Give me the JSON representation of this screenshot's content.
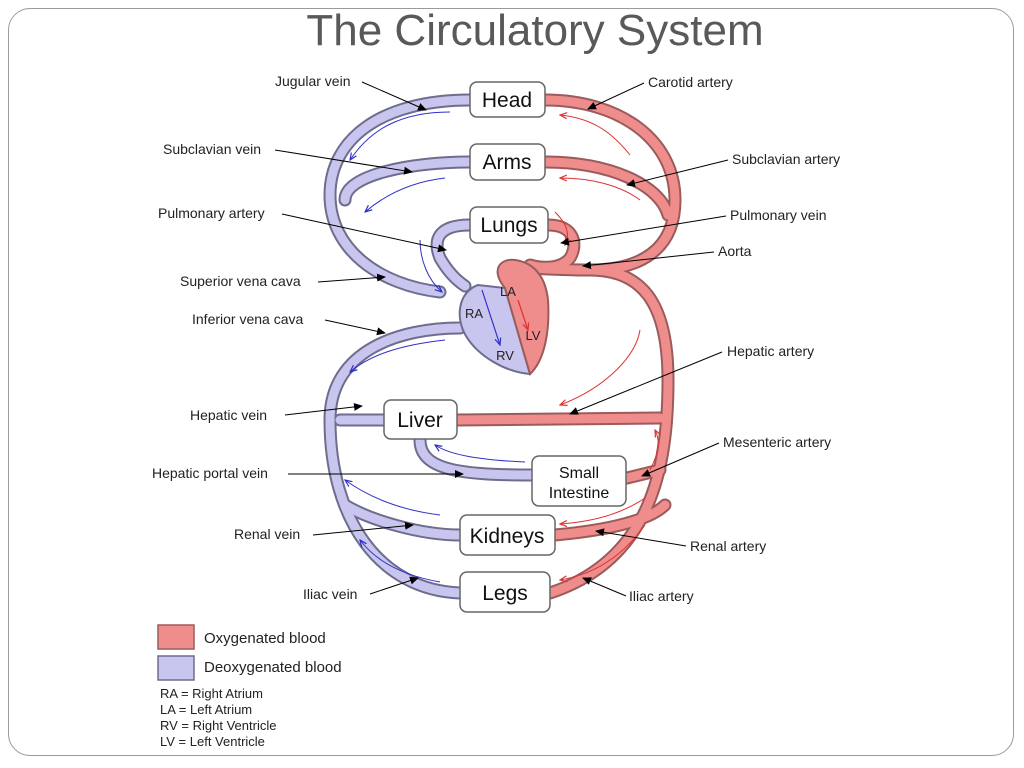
{
  "title": "The Circulatory System",
  "colors": {
    "oxygenated": "#ef8d8d",
    "oxygenated_edge": "#9b5b5b",
    "deoxygenated": "#c8c5ee",
    "deoxygenated_edge": "#6e6d8e",
    "arrow_red": "#e03030",
    "arrow_blue": "#3030c8"
  },
  "organs": {
    "head": "Head",
    "arms": "Arms",
    "lungs": "Lungs",
    "liver": "Liver",
    "small_intestine_line1": "Small",
    "small_intestine_line2": "Intestine",
    "kidneys": "Kidneys",
    "legs": "Legs"
  },
  "heart": {
    "ra": "RA",
    "la": "LA",
    "rv": "RV",
    "lv": "LV"
  },
  "labels_left": {
    "jugular_vein": "Jugular vein",
    "subclavian_vein": "Subclavian vein",
    "pulmonary_artery": "Pulmonary artery",
    "superior_vena_cava": "Superior vena cava",
    "inferior_vena_cava": "Inferior vena cava",
    "hepatic_vein": "Hepatic vein",
    "hepatic_portal_vein": "Hepatic portal vein",
    "renal_vein": "Renal vein",
    "iliac_vein": "Iliac vein"
  },
  "labels_right": {
    "carotid_artery": "Carotid artery",
    "subclavian_artery": "Subclavian artery",
    "pulmonary_vein": "Pulmonary vein",
    "aorta": "Aorta",
    "hepatic_artery": "Hepatic artery",
    "mesenteric_artery": "Mesenteric artery",
    "renal_artery": "Renal artery",
    "iliac_artery": "Iliac artery"
  },
  "legend": {
    "oxygenated": "Oxygenated blood",
    "deoxygenated": "Deoxygenated blood",
    "abbreviations": [
      "RA = Right Atrium",
      "LA = Left Atrium",
      "RV = Right Ventricle",
      "LV = Left Ventricle"
    ]
  }
}
